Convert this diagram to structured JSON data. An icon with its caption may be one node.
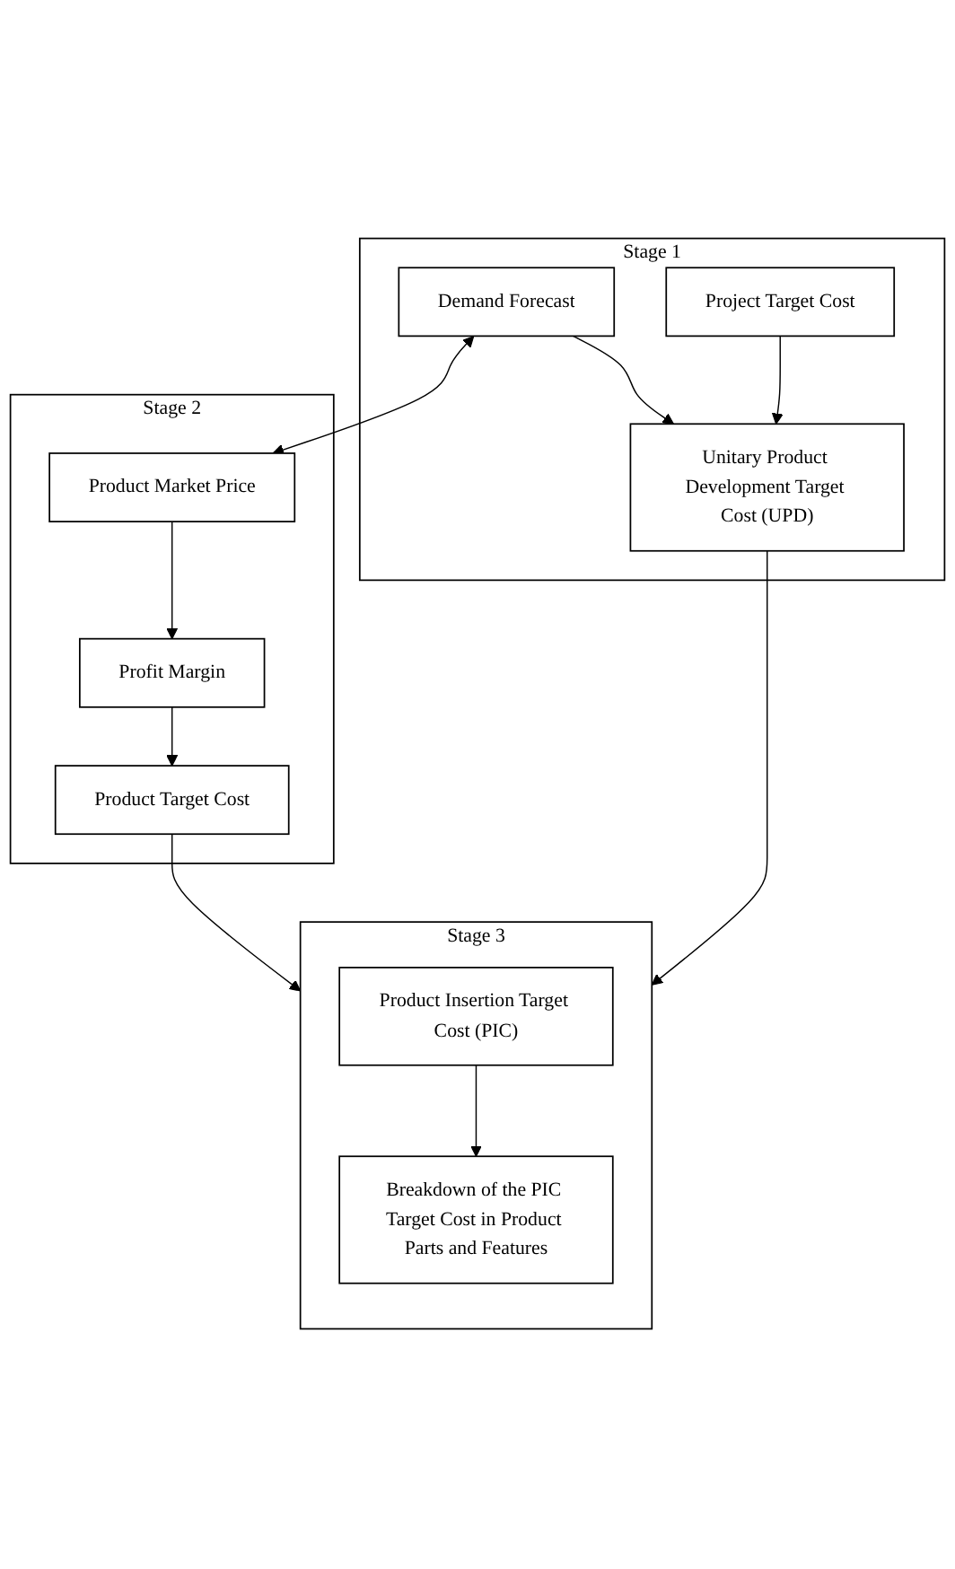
{
  "diagram": {
    "nodes": [
      {
        "text": [
          "Stage 1"
        ]
      },
      {
        "text": [
          "Demand Forecast"
        ],
        "in": 0
      },
      {
        "text": [
          "Unitary Product Development Target Cost (UPD)"
        ],
        "in": 0
      },
      {
        "text": [
          "Project Target Cost"
        ],
        "in": 0
      },
      {
        "text": [
          "Stage 2"
        ]
      },
      {
        "text": [
          "Product Market Price"
        ],
        "in": 4
      },
      {
        "text": [
          "Profit Margin"
        ],
        "in": 4
      },
      {
        "text": [
          "Product Target Cost"
        ],
        "in": 4
      },
      {
        "text": [
          "Stage 3"
        ]
      },
      {
        "text": [
          "Product Insertion Target Cost (PIC)"
        ],
        "in": 8
      },
      {
        "text": [
          "Breakdown of the PIC Target Cost in Product Parts and Features"
        ],
        "in": 8
      }
    ],
    "edges": [
      {
        "from": 1,
        "to": 5,
        "arrow": "both"
      },
      {
        "from": 1,
        "to": 2,
        "arrow": "to"
      },
      {
        "from": 3,
        "to": 2,
        "arrow": "to"
      },
      {
        "from": 5,
        "to": 6,
        "arrow": "to"
      },
      {
        "from": 6,
        "to": 7,
        "arrow": "to"
      },
      {
        "from": 7,
        "to": 8,
        "arrow": "to"
      },
      {
        "from": 2,
        "to": 8,
        "arrow": "to"
      },
      {
        "from": 9,
        "to": 10,
        "arrow": "to"
      }
    ]
  }
}
